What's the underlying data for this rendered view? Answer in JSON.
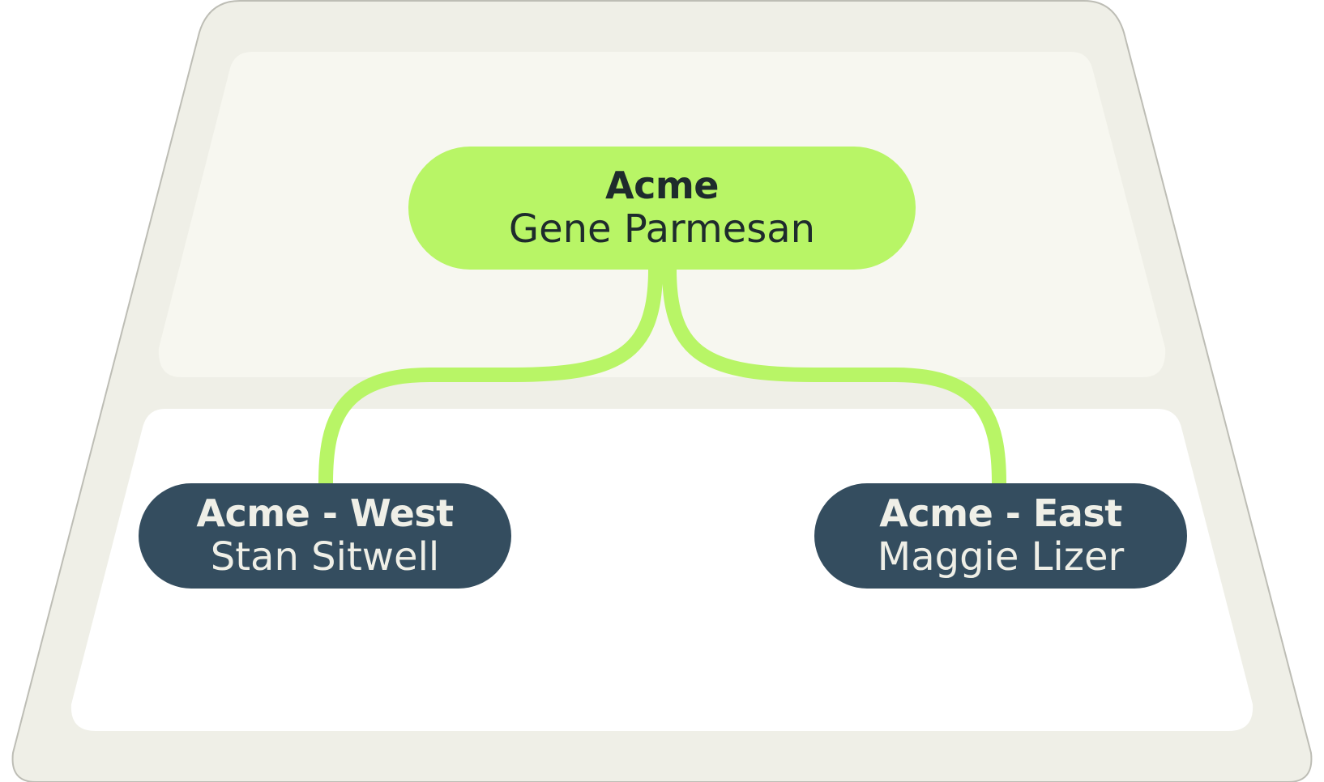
{
  "colors": {
    "outer_frame": "#efefe7",
    "outer_stroke": "#bdbdb5",
    "top_panel": "#f7f7f0",
    "bottom_panel": "#ffffff",
    "root_fill": "#b8f566",
    "root_text": "#1e2b2c",
    "child_fill": "#344d5f",
    "child_text": "#efefe7",
    "connector": "#b8f566"
  },
  "root": {
    "title": "Acme",
    "person": "Gene Parmesan"
  },
  "children": [
    {
      "title": "Acme - West",
      "person": "Stan Sitwell"
    },
    {
      "title": "Acme - East",
      "person": "Maggie Lizer"
    }
  ]
}
